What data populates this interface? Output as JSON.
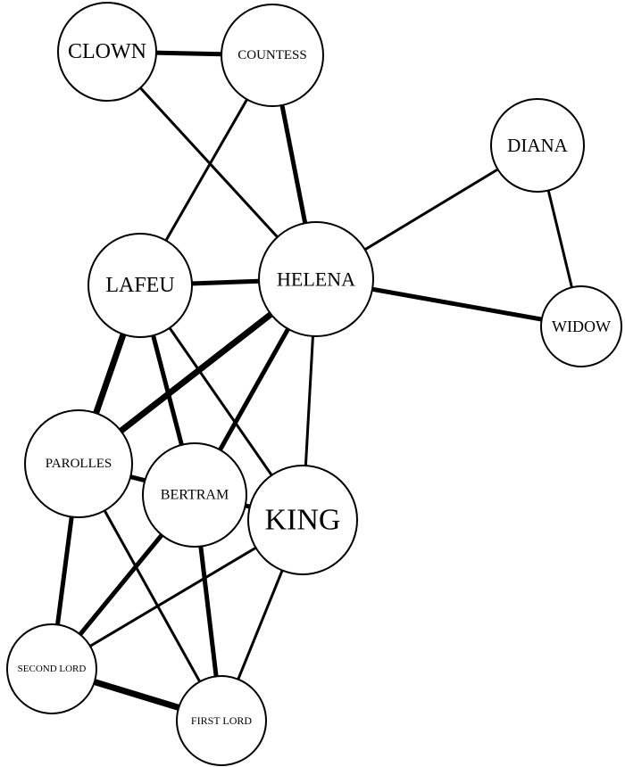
{
  "colors": {
    "background": "#ffffff",
    "stroke": "#000000"
  },
  "nodes": [
    {
      "id": "clown",
      "label": "CLOWN"
    },
    {
      "id": "countess",
      "label": "COUNTESS"
    },
    {
      "id": "diana",
      "label": "DIANA"
    },
    {
      "id": "lafeu",
      "label": "LAFEU"
    },
    {
      "id": "helena",
      "label": "HELENA"
    },
    {
      "id": "widow",
      "label": "WIDOW"
    },
    {
      "id": "parolles",
      "label": "PAROLLES"
    },
    {
      "id": "bertram",
      "label": "BERTRAM"
    },
    {
      "id": "king",
      "label": "KING"
    },
    {
      "id": "second-lord",
      "label": "SECOND LORD"
    },
    {
      "id": "first-lord",
      "label": "FIRST LORD"
    }
  ],
  "edges": [
    {
      "source": "clown",
      "target": "countess",
      "strength": "medium"
    },
    {
      "source": "clown",
      "target": "helena",
      "strength": "thin"
    },
    {
      "source": "countess",
      "target": "helena",
      "strength": "medium"
    },
    {
      "source": "countess",
      "target": "lafeu",
      "strength": "thin"
    },
    {
      "source": "diana",
      "target": "helena",
      "strength": "thin"
    },
    {
      "source": "diana",
      "target": "widow",
      "strength": "thin"
    },
    {
      "source": "helena",
      "target": "widow",
      "strength": "medium"
    },
    {
      "source": "lafeu",
      "target": "helena",
      "strength": "medium"
    },
    {
      "source": "lafeu",
      "target": "parolles",
      "strength": "heavy"
    },
    {
      "source": "lafeu",
      "target": "bertram",
      "strength": "medium"
    },
    {
      "source": "lafeu",
      "target": "king",
      "strength": "thin"
    },
    {
      "source": "helena",
      "target": "parolles",
      "strength": "heavy"
    },
    {
      "source": "helena",
      "target": "bertram",
      "strength": "medium"
    },
    {
      "source": "helena",
      "target": "king",
      "strength": "thin"
    },
    {
      "source": "parolles",
      "target": "king",
      "strength": "medium"
    },
    {
      "source": "parolles",
      "target": "second-lord",
      "strength": "medium"
    },
    {
      "source": "parolles",
      "target": "first-lord",
      "strength": "thin"
    },
    {
      "source": "bertram",
      "target": "second-lord",
      "strength": "medium"
    },
    {
      "source": "bertram",
      "target": "first-lord",
      "strength": "medium"
    },
    {
      "source": "king",
      "target": "second-lord",
      "strength": "thin"
    },
    {
      "source": "king",
      "target": "first-lord",
      "strength": "thin"
    },
    {
      "source": "second-lord",
      "target": "first-lord",
      "strength": "heavy"
    }
  ]
}
